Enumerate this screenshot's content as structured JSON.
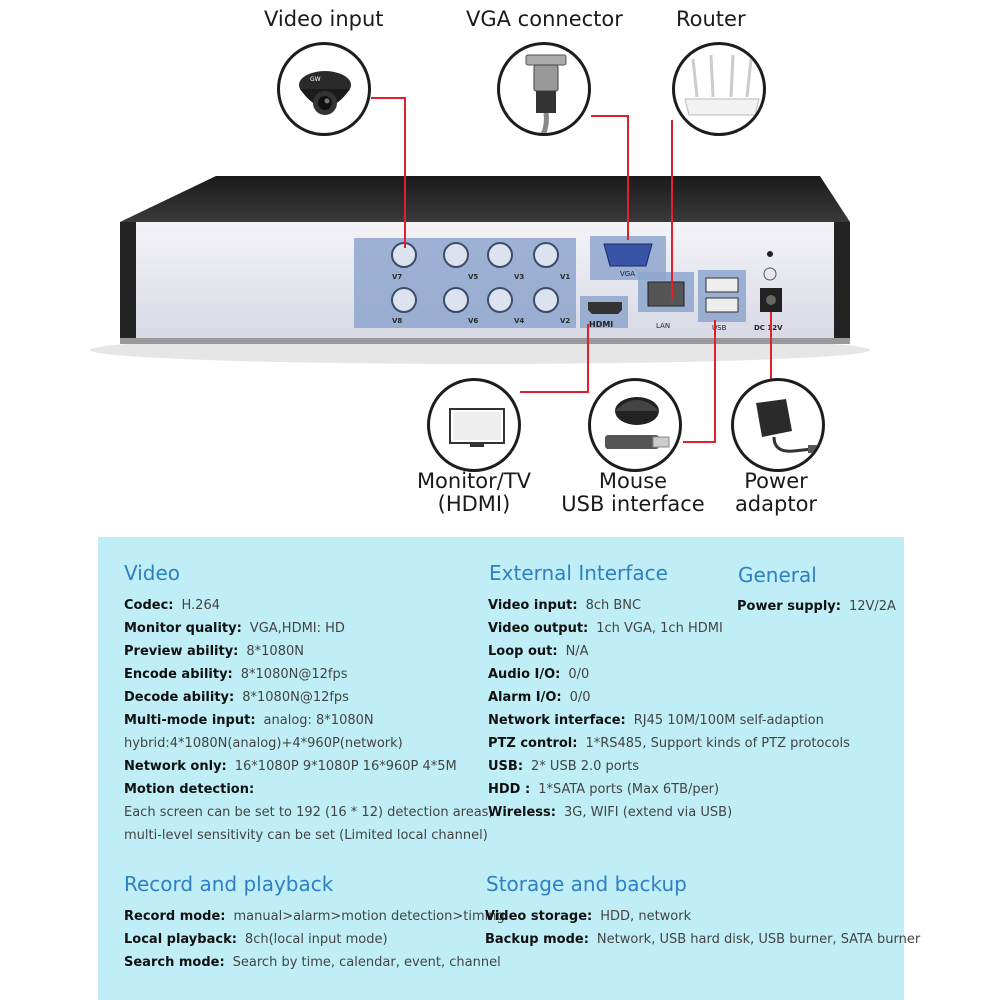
{
  "labels": {
    "video_input": "Video input",
    "vga_connector": "VGA connector",
    "router": "Router",
    "monitor_l1": "Monitor/TV",
    "monitor_l2": "(HDMI)",
    "mouse_l1": "Mouse",
    "mouse_l2": "USB interface",
    "power_l1": "Power",
    "power_l2": "adaptor"
  },
  "dvr": {
    "ports": [
      "V7",
      "V5",
      "V3",
      "V1",
      "V8",
      "V6",
      "V4",
      "V2"
    ],
    "vga": "VGA",
    "hdmi": "HDMI",
    "lan": "LAN",
    "usb": "USB",
    "dc": "DC 12V",
    "link_color": "#e0202a"
  },
  "video": {
    "title": "Video",
    "rows": [
      {
        "k": "Codec:",
        "v": "H.264"
      },
      {
        "k": "Monitor quality:",
        "v": "VGA,HDMI: HD"
      },
      {
        "k": "Preview ability:",
        "v": "8*1080N"
      },
      {
        "k": "Encode ability:",
        "v": "8*1080N@12fps"
      },
      {
        "k": "Decode ability:",
        "v": "8*1080N@12fps"
      },
      {
        "k": "Multi-mode input:",
        "v": "analog: 8*1080N"
      }
    ],
    "hybrid": "hybrid:4*1080N(analog)+4*960P(network)",
    "network_only_k": "Network only:",
    "network_only_v": "16*1080P   9*1080P   16*960P   4*5M",
    "motion_k": "Motion detection:",
    "motion_1": "Each screen can be set to 192 (16 * 12) detection areas;",
    "motion_2": "multi-level sensitivity can be set (Limited local channel)"
  },
  "external": {
    "title": "External Interface",
    "rows": [
      {
        "k": "Video input:",
        "v": "8ch BNC"
      },
      {
        "k": "Video output:",
        "v": "1ch VGA, 1ch HDMI"
      },
      {
        "k": "Loop out:",
        "v": "N/A"
      },
      {
        "k": "Audio I/O:",
        "v": "0/0"
      },
      {
        "k": "Alarm I/O:",
        "v": "0/0"
      },
      {
        "k": "Network interface:",
        "v": "RJ45 10M/100M self-adaption"
      },
      {
        "k": "PTZ control:",
        "v": "1*RS485, Support kinds of PTZ protocols"
      },
      {
        "k": "USB:",
        "v": "2* USB 2.0 ports"
      },
      {
        "k": "HDD :",
        "v": "1*SATA ports (Max 6TB/per)"
      },
      {
        "k": "Wireless:",
        "v": "3G, WIFI (extend via USB)"
      }
    ]
  },
  "general": {
    "title": "General",
    "rows": [
      {
        "k": "Power supply:",
        "v": "12V/2A"
      }
    ]
  },
  "record": {
    "title": "Record and playback",
    "rows": [
      {
        "k": "Record mode:",
        "v": "manual>alarm>motion detection>timing"
      },
      {
        "k": "Local playback:",
        "v": "8ch(local input mode)"
      },
      {
        "k": "Search mode:",
        "v": "Search by time, calendar, event, channel"
      }
    ]
  },
  "storage": {
    "title": "Storage and backup",
    "rows": [
      {
        "k": "Video storage:",
        "v": "HDD, network"
      },
      {
        "k": "Backup mode:",
        "v": "Network, USB hard disk, USB burner, SATA burner"
      }
    ]
  }
}
